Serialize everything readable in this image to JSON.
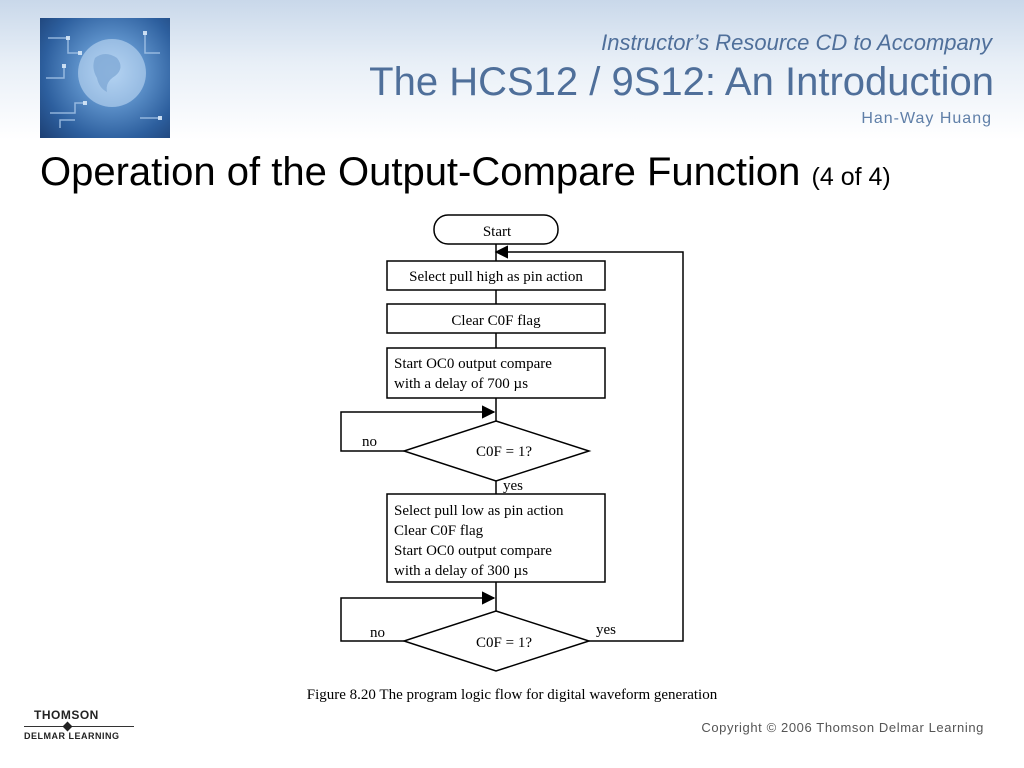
{
  "header": {
    "irc_line": "Instructor’s Resource CD to Accompany",
    "book_title": "The HCS12 / 9S12: An Introduction",
    "author": "Han-Way Huang"
  },
  "slide": {
    "title": "Operation of the Output-Compare Function",
    "title_suffix": "(4 of 4)"
  },
  "flowchart": {
    "start": "Start",
    "step1": "Select pull high as pin action",
    "step2": "Clear C0F flag",
    "step3_lines": [
      "Start OC0 output compare",
      "with a delay of 700 µs"
    ],
    "decision1": "C0F = 1?",
    "decision1_no": "no",
    "decision1_yes": "yes",
    "step4_lines": [
      "Select pull low as pin action",
      "Clear C0F flag",
      "Start OC0 output compare",
      "with a delay of 300 µs"
    ],
    "decision2": "C0F = 1?",
    "decision2_no": "no",
    "decision2_yes": "yes",
    "caption": "Figure 8.20 The program logic flow for digital waveform generation"
  },
  "footer": {
    "publisher_line1": "THOMSON",
    "publisher_line2": "DELMAR LEARNING",
    "copyright": "Copyright © 2006 Thomson Delmar Learning"
  }
}
